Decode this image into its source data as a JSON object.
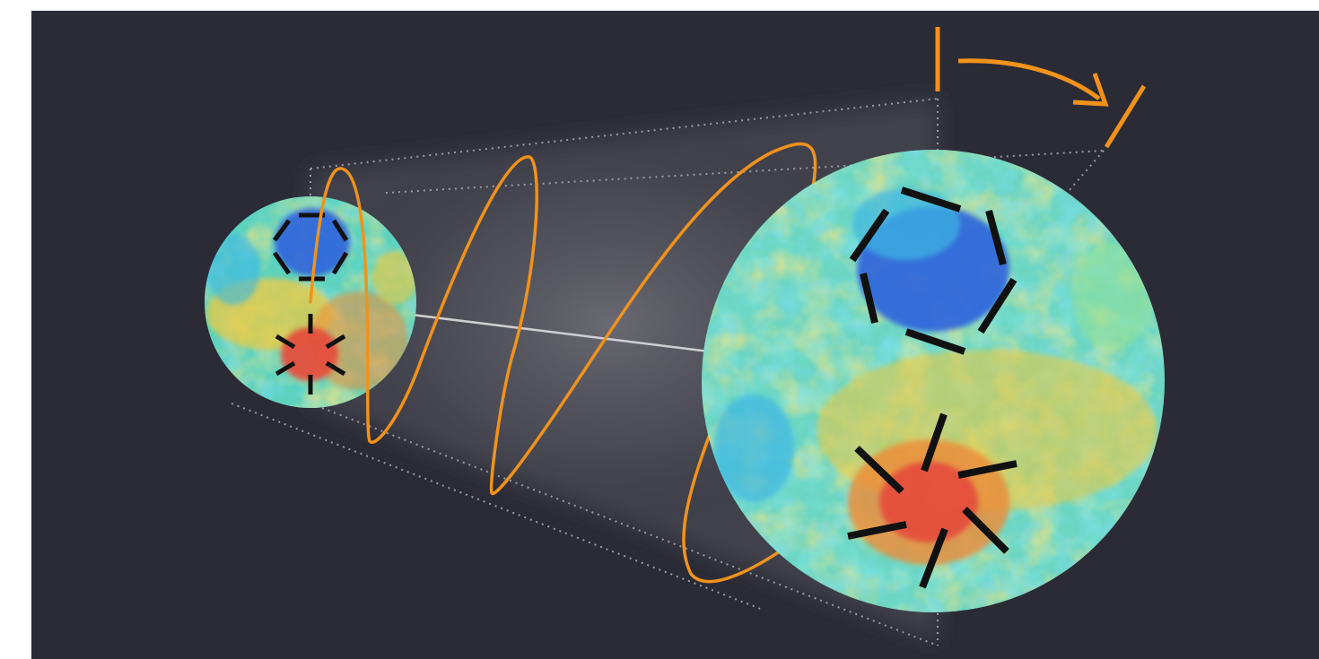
{
  "colors": {
    "page_background": "#ffffff",
    "panel_background": "#2b2b36",
    "wave": "#f1921b",
    "rotation_indicator": "#f1921b",
    "dotted_lines": "#9b9ba4",
    "line_of_sight": "#cfcfd4",
    "glow": "#8a8a92",
    "polarization_bars": "#111111",
    "map_palette": [
      "#2e4fd8",
      "#2f8ee0",
      "#3cb7e3",
      "#57d2c4",
      "#8ee09a",
      "#d3e65d",
      "#f2c93b",
      "#f08a36",
      "#e5503d"
    ]
  },
  "icons": {
    "wave": "sine-wave",
    "rotation": "curved-arrow-rotation",
    "patterns": [
      "hexagon-bar-ring",
      "radial-star-bars"
    ]
  }
}
